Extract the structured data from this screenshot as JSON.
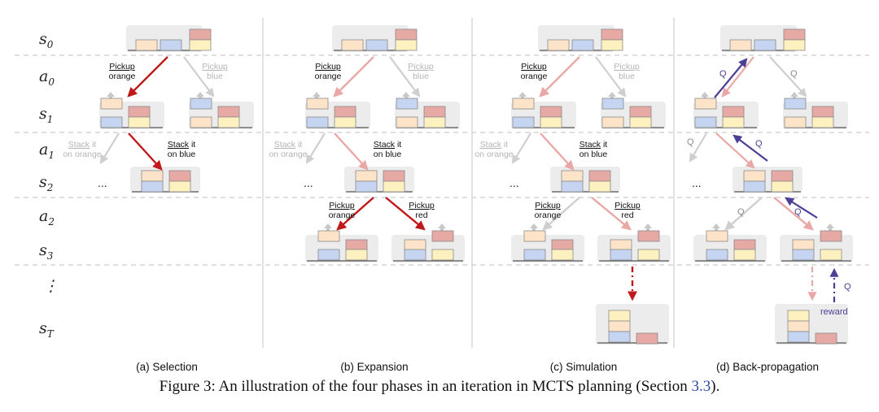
{
  "row_labels": [
    {
      "base": "s",
      "sub": "0"
    },
    {
      "base": "a",
      "sub": "0"
    },
    {
      "base": "s",
      "sub": "1"
    },
    {
      "base": "a",
      "sub": "1"
    },
    {
      "base": "s",
      "sub": "2"
    },
    {
      "base": "a",
      "sub": "2"
    },
    {
      "base": "s",
      "sub": "3"
    },
    {
      "base": "⋮",
      "sub": ""
    },
    {
      "base": "s",
      "sub": "T"
    }
  ],
  "actions": {
    "pickup_word": "Pickup",
    "orange": "orange",
    "blue": "blue",
    "red": "red",
    "stack_word": "Stack",
    "stack_it": " it",
    "on_orange": "on orange",
    "on_blue": "on blue"
  },
  "ellipsis": "...",
  "q_label": "Q",
  "reward_label": "reward",
  "panels": [
    {
      "caption": "(a) Selection"
    },
    {
      "caption": "(b) Expansion"
    },
    {
      "caption": "(c) Simulation"
    },
    {
      "caption": "(d) Back-propagation"
    }
  ],
  "figure_caption": {
    "prefix": "Figure 3: An illustration of the four phases in an iteration in MCTS planning (Section ",
    "ref": "3.3",
    "suffix": ")."
  },
  "colors": {
    "block_orange": "#fde3c8",
    "block_blue": "#c5d5f1",
    "block_red": "#e6a9a4",
    "block_yellow": "#fdf1c0",
    "node_bg": "#ececec",
    "arrow_red": "#c0181b",
    "arrow_pink": "#e9a7a5",
    "arrow_gray": "#cfcfcf",
    "arrow_purple": "#4b3e95"
  }
}
